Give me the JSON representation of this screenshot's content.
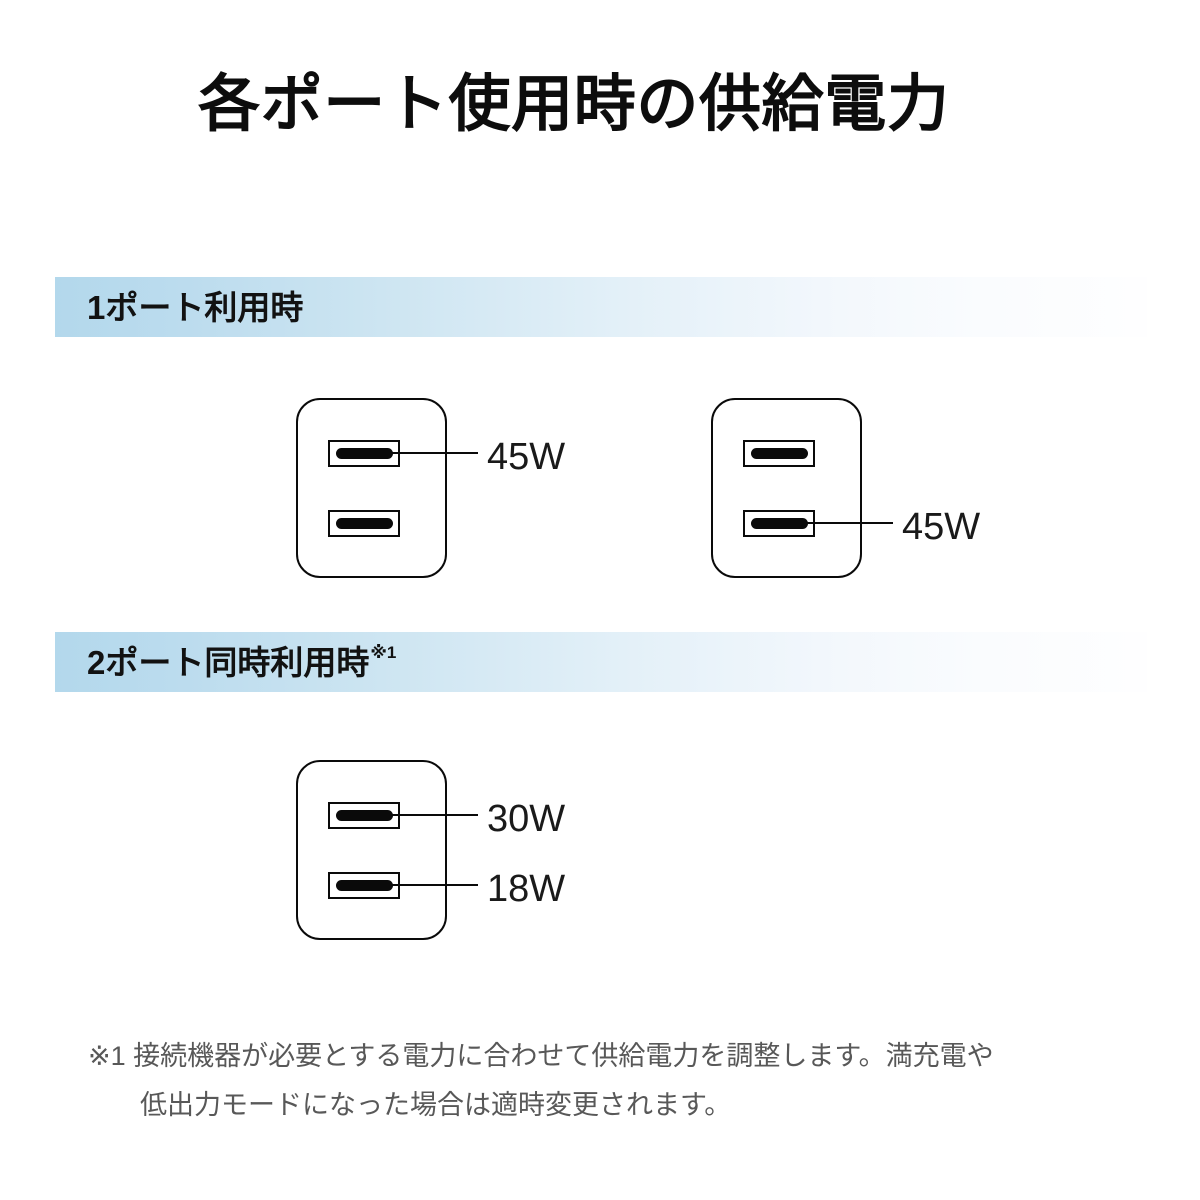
{
  "page": {
    "title": "各ポート使用時の供給電力",
    "background_color": "#ffffff"
  },
  "theme": {
    "bar_gradient_start": "#b3d8ec",
    "bar_gradient_end": "#fefeff",
    "line_color": "#0a0a0a",
    "title_color": "#0d0d0d",
    "footnote_color": "#585858"
  },
  "sections": [
    {
      "id": "one-port",
      "heading": "1ポート利用時",
      "heading_superscript": "",
      "diagrams": [
        {
          "id": "charger-a",
          "ports": [
            {
              "position": "top",
              "label": "45W",
              "labeled": true
            },
            {
              "position": "bottom",
              "label": "",
              "labeled": false
            }
          ]
        },
        {
          "id": "charger-b",
          "ports": [
            {
              "position": "top",
              "label": "",
              "labeled": false
            },
            {
              "position": "bottom",
              "label": "45W",
              "labeled": true
            }
          ]
        }
      ]
    },
    {
      "id": "two-port",
      "heading": "2ポート同時利用時",
      "heading_superscript": "※1",
      "diagrams": [
        {
          "id": "charger-c",
          "ports": [
            {
              "position": "top",
              "label": "30W",
              "labeled": true
            },
            {
              "position": "bottom",
              "label": "18W",
              "labeled": true
            }
          ]
        }
      ]
    }
  ],
  "labels": {
    "a_top": "45W",
    "b_bottom": "45W",
    "c_top": "30W",
    "c_bottom": "18W"
  },
  "footnote": {
    "line1": "※1 接続機器が必要とする電力に合わせて供給電力を調整します。満充電や",
    "line2": "低出力モードになった場合は適時変更されます。"
  }
}
